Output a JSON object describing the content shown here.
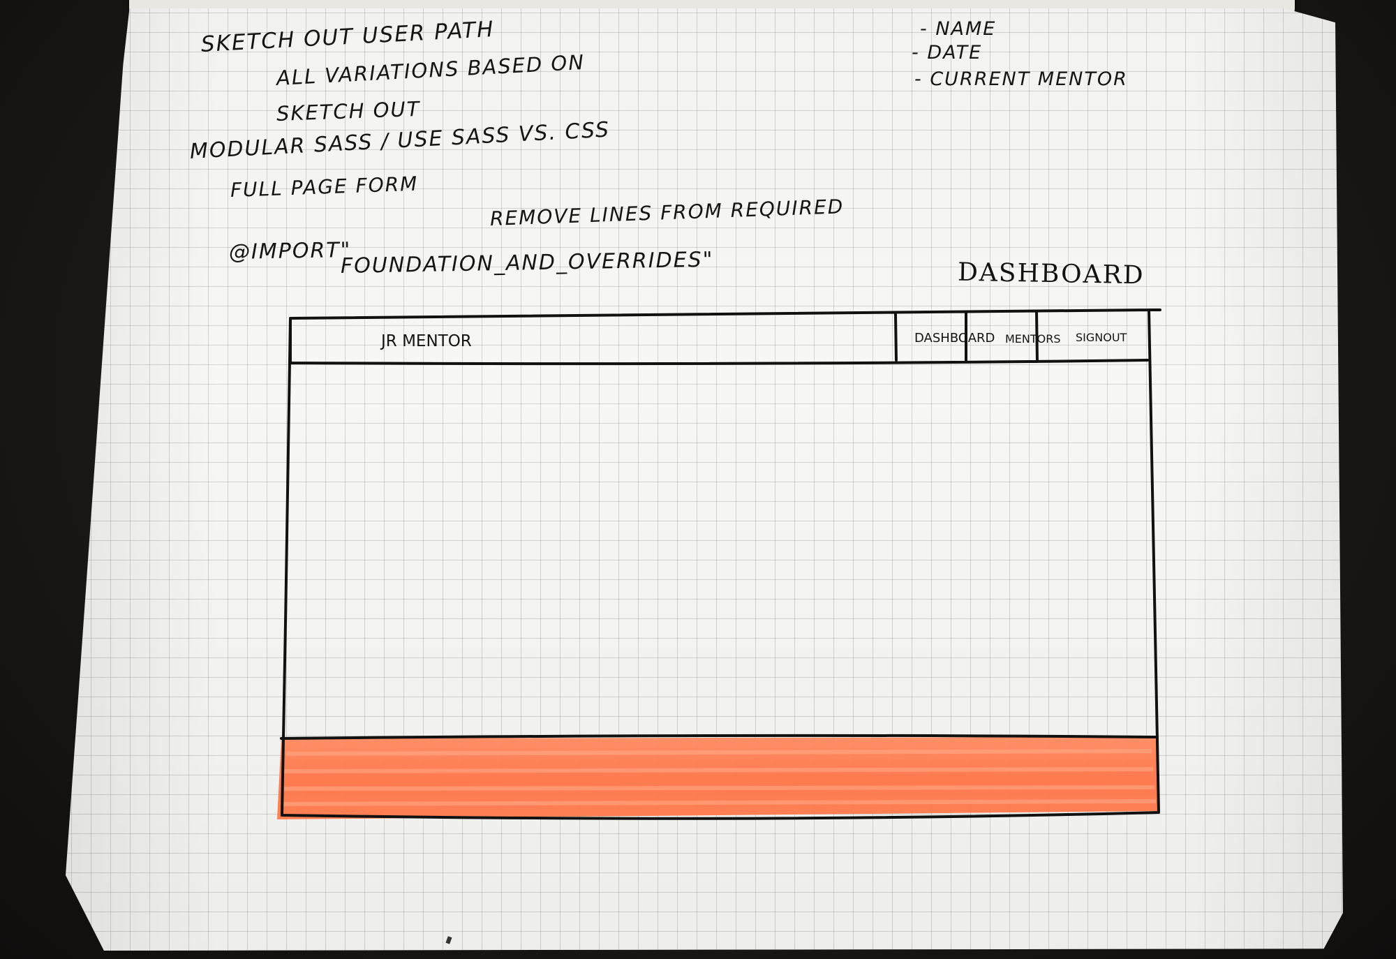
{
  "notes": {
    "line1": "Sketch out user path",
    "line2": "All variations based on",
    "line3": "sketch out",
    "line4": "Modular Sass / use Sass vs. CSS",
    "line5": "Full page form",
    "line6": "Remove lines from required",
    "line7": "@import\"",
    "line8": "foundation_and_overrides\""
  },
  "side_notes": {
    "item1": "- Name",
    "item2": "- Date",
    "item3": "- Current Mentor"
  },
  "wireframe": {
    "heading": "Dashboard",
    "brand": "Jr Mentor",
    "nav": {
      "dashboard": "Dashboard",
      "mentors": "Mentors",
      "signout": "Signout"
    },
    "footer_color": "#ff7a4d"
  }
}
